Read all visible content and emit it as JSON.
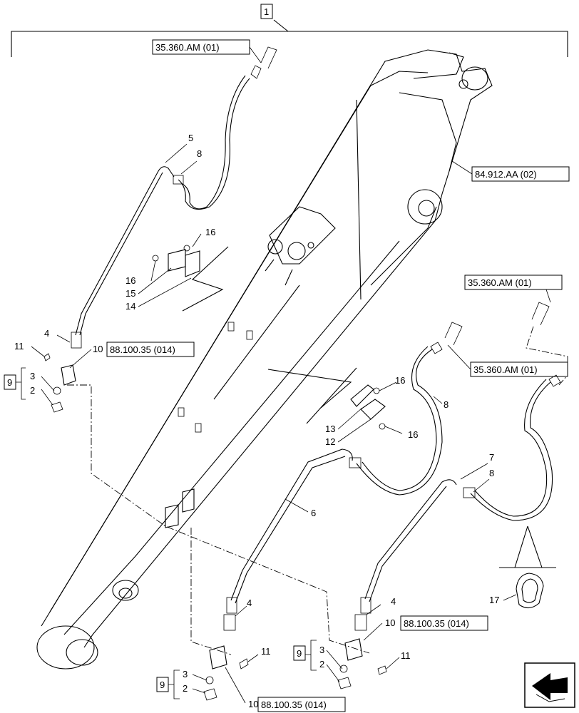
{
  "main_callout": "1",
  "refs": {
    "hose_top_left": "35.360.AM (01)",
    "boom": "84.912.AA (02)",
    "hose_right_top": "35.360.AM (01)",
    "hose_right_mid": "35.360.AM (01)",
    "valve_left": "88.100.35 (014)",
    "valve_center": "88.100.35 (014)",
    "valve_right": "88.100.35 (014)"
  },
  "group_callouts": {
    "left": "9",
    "center": "9",
    "right": "9"
  },
  "part_labels": {
    "p1": "1",
    "p2": "2",
    "p3": "3",
    "p4": "4",
    "p5": "5",
    "p6": "6",
    "p7": "7",
    "p8": "8",
    "p10": "10",
    "p11": "11",
    "p12": "12",
    "p13": "13",
    "p14": "14",
    "p15": "15",
    "p16": "16",
    "p17": "17"
  },
  "icons": {
    "nav": "next-page-arrow-icon"
  }
}
